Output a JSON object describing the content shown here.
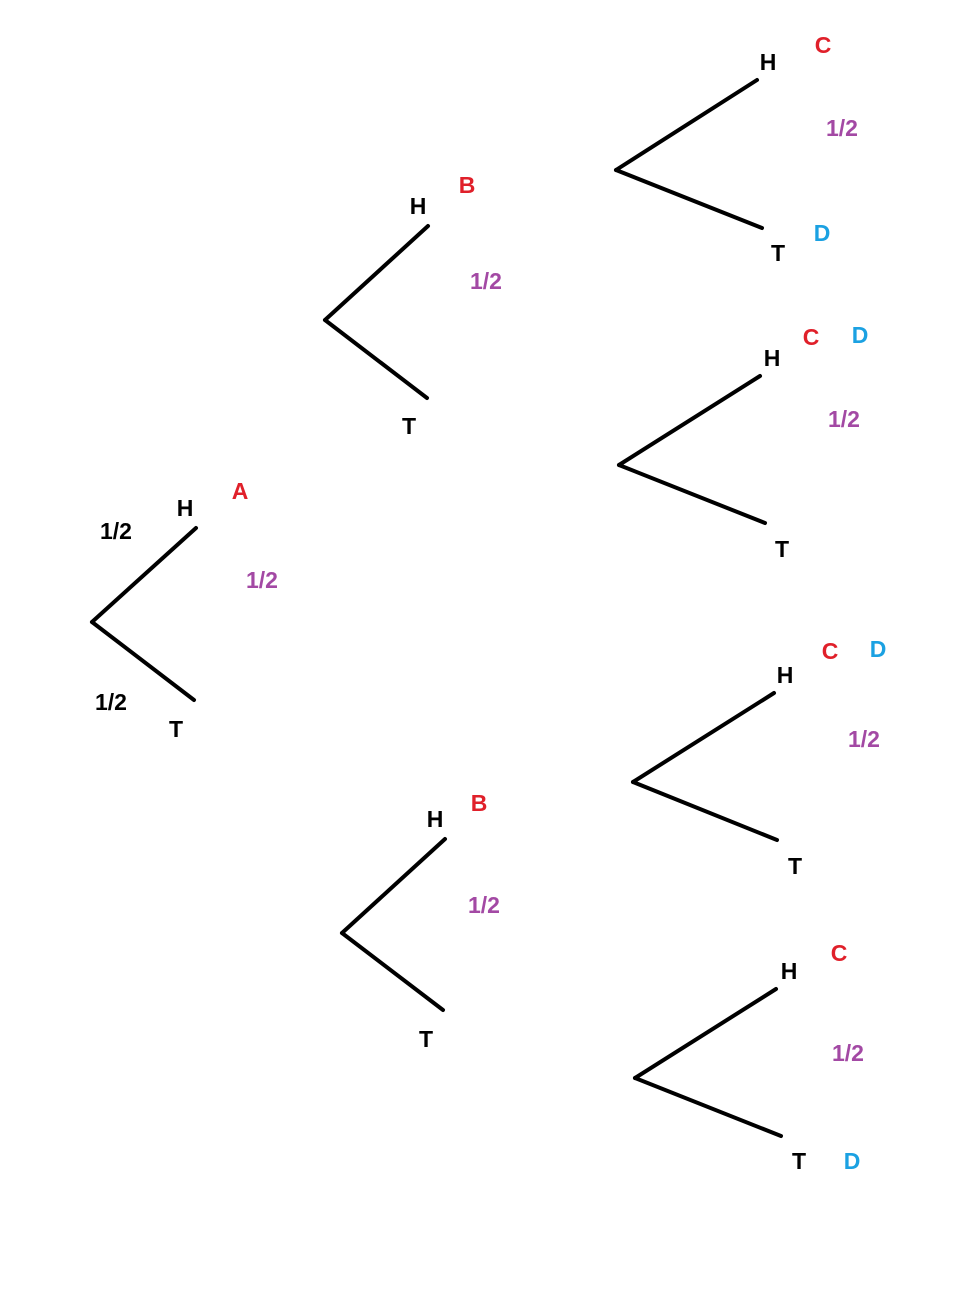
{
  "colors": {
    "line": "#000000",
    "outcome": "#000000",
    "event_red": "#e0202a",
    "event_blue": "#1ba1e2",
    "prob_purple": "#a349a4",
    "prob_black": "#000000"
  },
  "tree": {
    "root": {
      "heads": "H",
      "tails": "T",
      "event": "A",
      "prob": "1/2",
      "heads_prob": "1/2",
      "tails_prob": "1/2"
    },
    "upper": {
      "heads": "H",
      "tails": "T",
      "event": "B",
      "prob": "1/2"
    },
    "lower": {
      "heads": "H",
      "tails": "T",
      "event": "B",
      "prob": "1/2"
    },
    "leaf1": {
      "heads": "H",
      "tails": "T",
      "event_heads": "C",
      "event_tails": "D",
      "prob": "1/2"
    },
    "leaf2": {
      "heads": "H",
      "tails": "T",
      "event_c": "C",
      "event_d": "D",
      "prob": "1/2"
    },
    "leaf3": {
      "heads": "H",
      "tails": "T",
      "event_c": "C",
      "event_d": "D",
      "prob": "1/2"
    },
    "leaf4": {
      "heads": "H",
      "tails": "T",
      "event_heads": "C",
      "event_tails": "D",
      "prob": "1/2"
    }
  }
}
